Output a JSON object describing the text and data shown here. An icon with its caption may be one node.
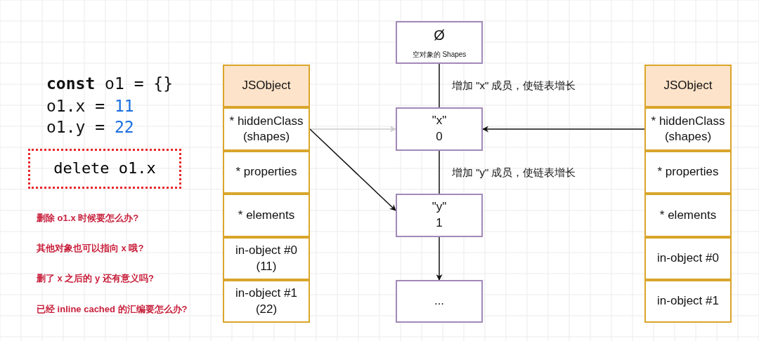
{
  "diagram": {
    "nodes": [
      {
        "text": [
          "JSObject"
        ]
      },
      {
        "text": [
          "* hiddenClass (shapes)"
        ]
      },
      {
        "text": [
          "* properties"
        ]
      },
      {
        "text": [
          "* elements"
        ]
      },
      {
        "text": [
          "in-object #0 (11)"
        ]
      },
      {
        "text": [
          "in-object #1 (22)"
        ]
      },
      {
        "text": [
          "Ø",
          "空对象的 Shapes"
        ]
      },
      {
        "text": [
          "\"x\" 0"
        ]
      },
      {
        "text": [
          "\"y\" 1"
        ]
      },
      {
        "text": [
          "..."
        ]
      },
      {
        "text": [
          "JSObject"
        ]
      },
      {
        "text": [
          "* hiddenClass (shapes)"
        ]
      },
      {
        "text": [
          "* properties"
        ]
      },
      {
        "text": [
          "* elements"
        ]
      },
      {
        "text": [
          "in-object #0"
        ]
      },
      {
        "text": [
          "in-object #1"
        ]
      },
      {
        "text": [
          "delete o1.x"
        ]
      }
    ],
    "edges": [
      {
        "from": 6,
        "to": 7,
        "arrow": "none",
        "label": "增加 \"x\" 成员，使链表增长"
      },
      {
        "from": 7,
        "to": 8,
        "arrow": "none",
        "label": "增加 \"y\" 成员，使链表增长"
      },
      {
        "from": 8,
        "to": 9,
        "arrow": "to"
      },
      {
        "from": 1,
        "to": 7,
        "arrow": "to",
        "color": "#cccccc"
      },
      {
        "from": 1,
        "to": 8,
        "arrow": "to"
      },
      {
        "from": 11,
        "to": 7,
        "arrow": "to"
      }
    ],
    "labels": [
      "**const** o1 = {}",
      "o1.x = 11",
      "o1.y = 22",
      "删除 o1.x 时候要怎么办?",
      "其他对象也可以指向 x 哦?",
      "删了 x 之后的 y 还有意义吗?",
      "已经 inline cached 的汇编要怎么办?"
    ]
  }
}
